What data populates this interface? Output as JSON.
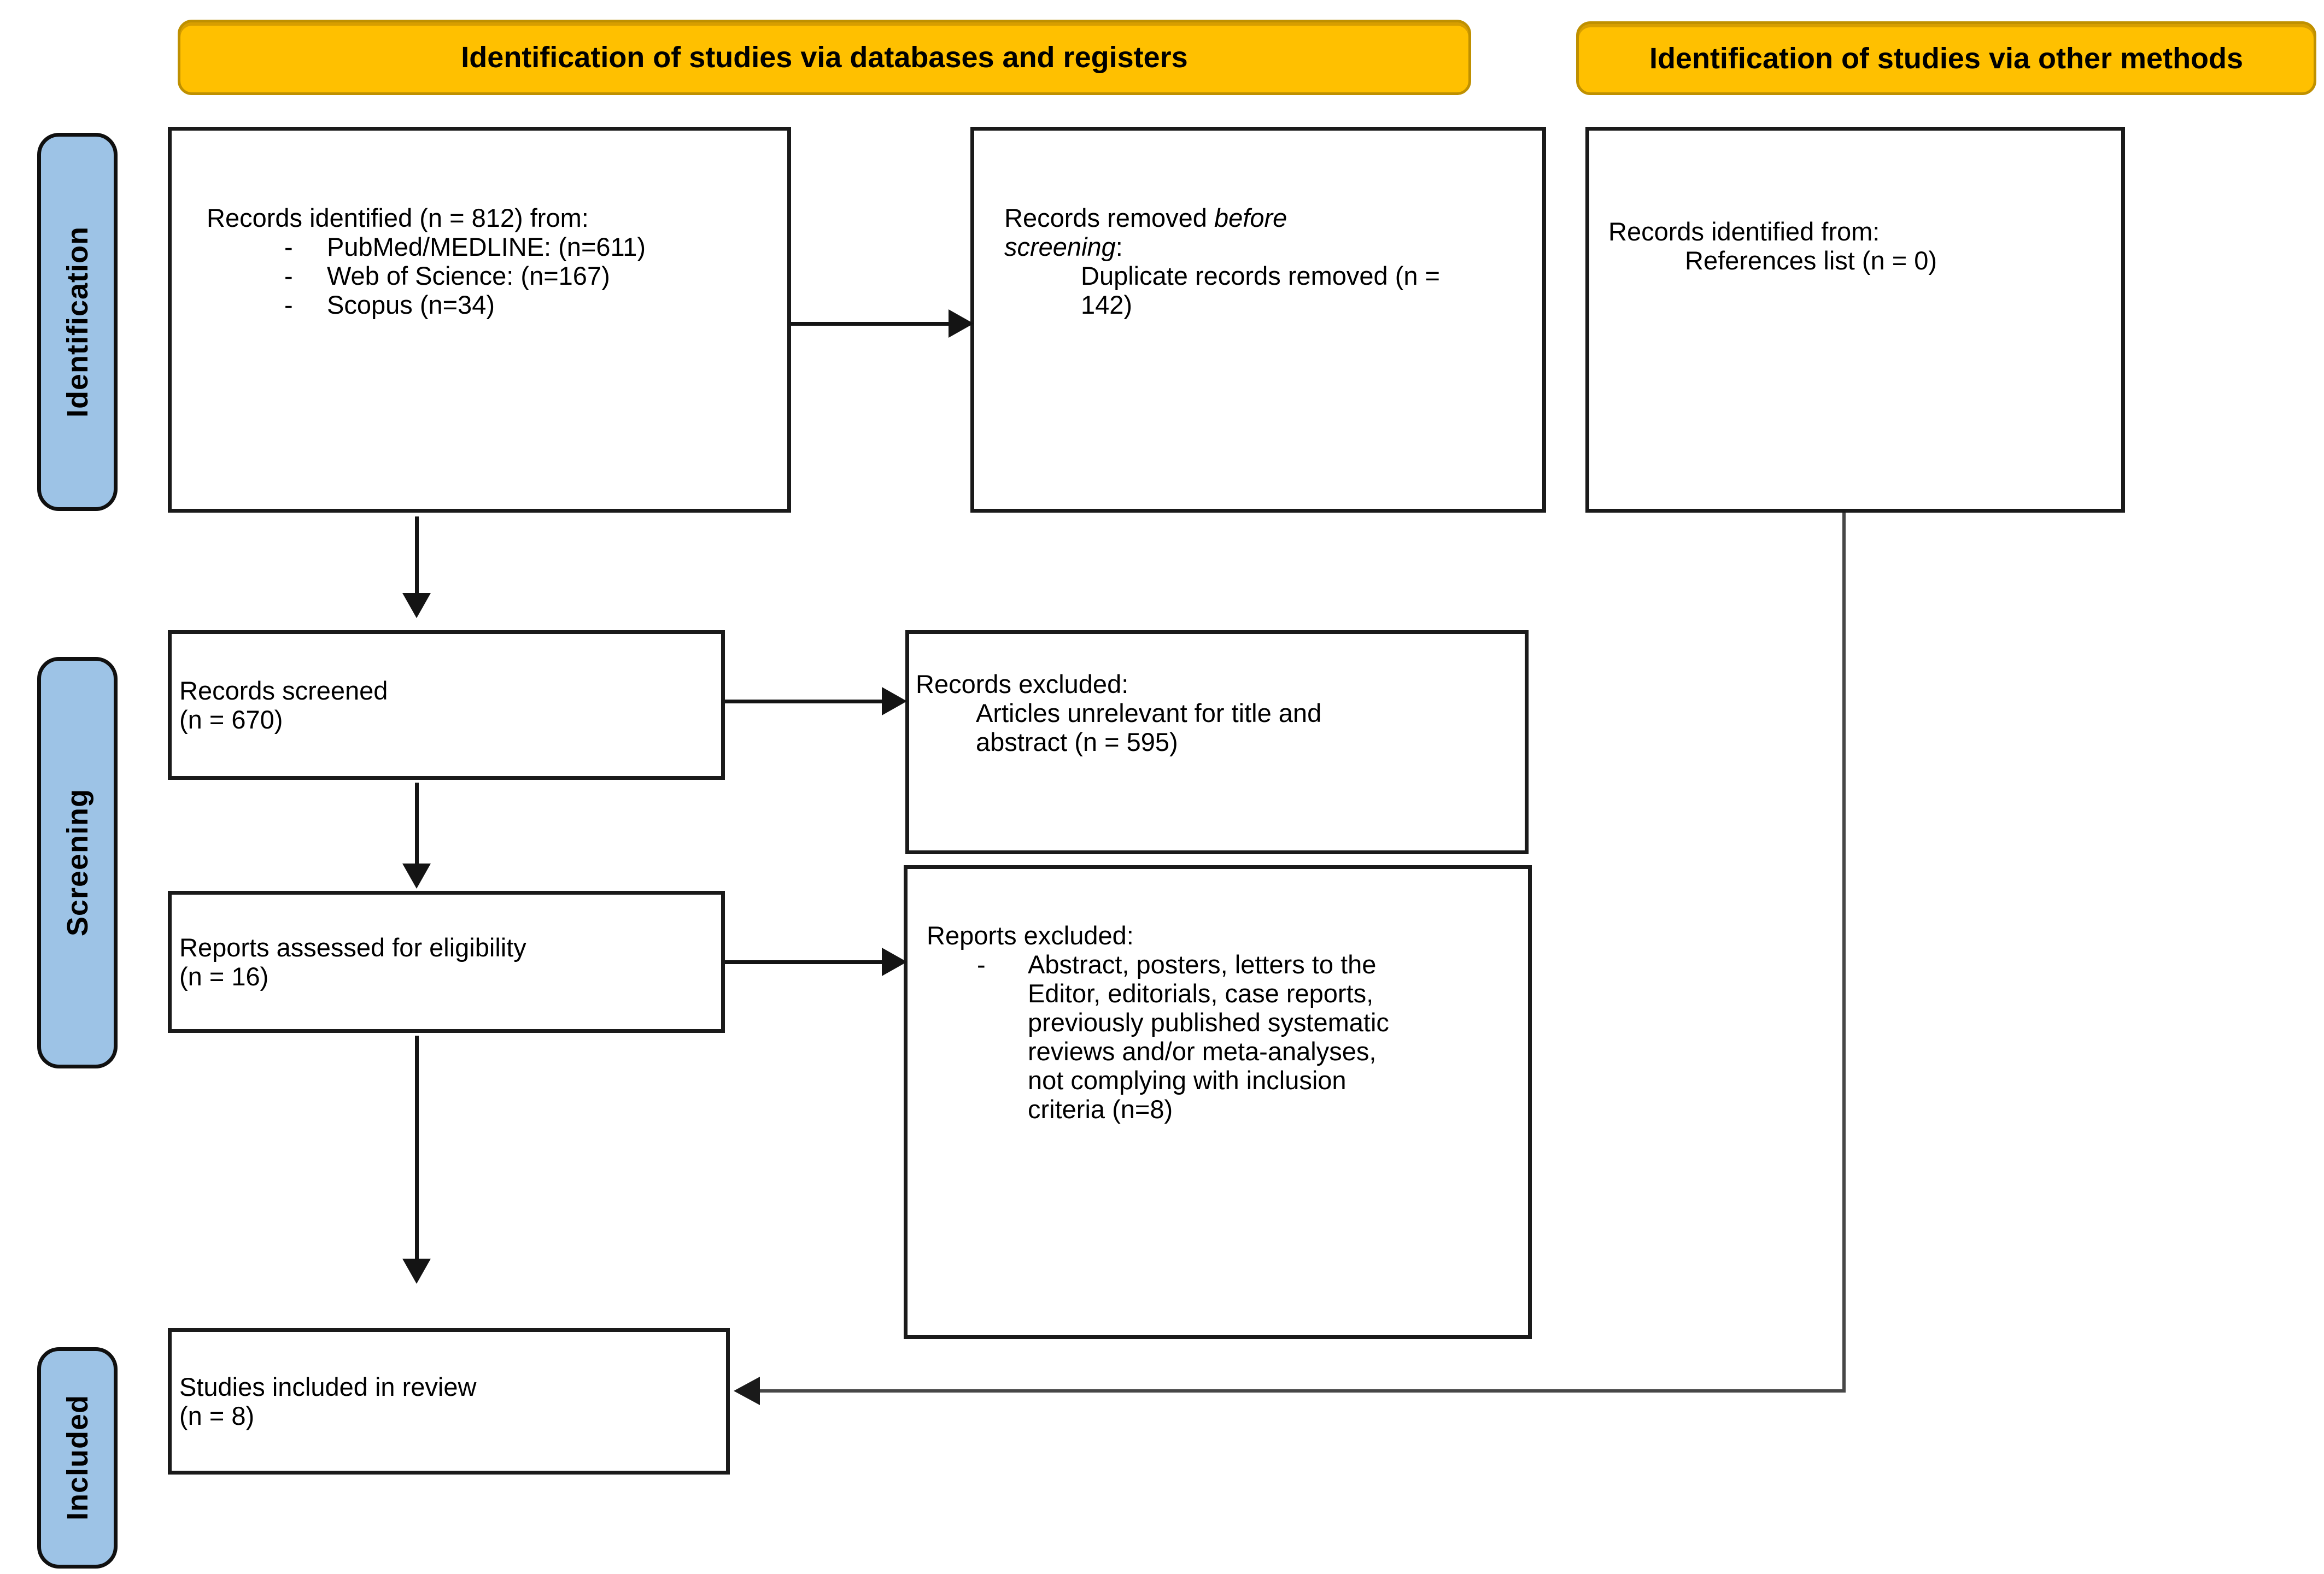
{
  "colors": {
    "header_fill": "#FFC000",
    "header_border": "#BF9000",
    "sidebar_fill": "#9DC3E6",
    "sidebar_border": "#101010",
    "box_border": "#1A1A1A",
    "arrow": "#141414",
    "connector_line": "#474747",
    "text": "#000000"
  },
  "headers": {
    "databases_registers": "Identification of studies via databases and registers",
    "other_methods": "Identification of studies via other methods"
  },
  "sidebar": {
    "identification": "Identification",
    "screening": "Screening",
    "included": "Included"
  },
  "boxes": {
    "records_identified": {
      "title": "Records identified (n = 812) from:",
      "bullet_char": "-",
      "items": [
        "PubMed/MEDLINE: (n=611)",
        "Web of Science: (n=167)",
        "Scopus (n=34)"
      ]
    },
    "records_removed": {
      "title_prefix": "Records removed ",
      "title_italic": "before screening",
      "title_suffix": ":",
      "detail": "Duplicate records removed (n = 142)"
    },
    "records_other_methods": {
      "title": "Records identified from:",
      "detail": "References list (n = 0)"
    },
    "records_screened": {
      "title": "Records screened",
      "count": "(n = 670)"
    },
    "records_excluded": {
      "title": "Records excluded:",
      "detail": "Articles unrelevant for title and abstract (n = 595)"
    },
    "reports_assessed": {
      "title": "Reports assessed for eligibility",
      "count": "(n = 16)"
    },
    "reports_excluded": {
      "title": "Reports excluded:",
      "bullet_char": "-",
      "detail": "Abstract, posters, letters to the Editor, editorials, case reports, previously published systematic reviews and/or meta-analyses, not complying with inclusion criteria (n=8)"
    },
    "studies_included": {
      "title": "Studies included in review",
      "count": "(n = 8)"
    }
  }
}
